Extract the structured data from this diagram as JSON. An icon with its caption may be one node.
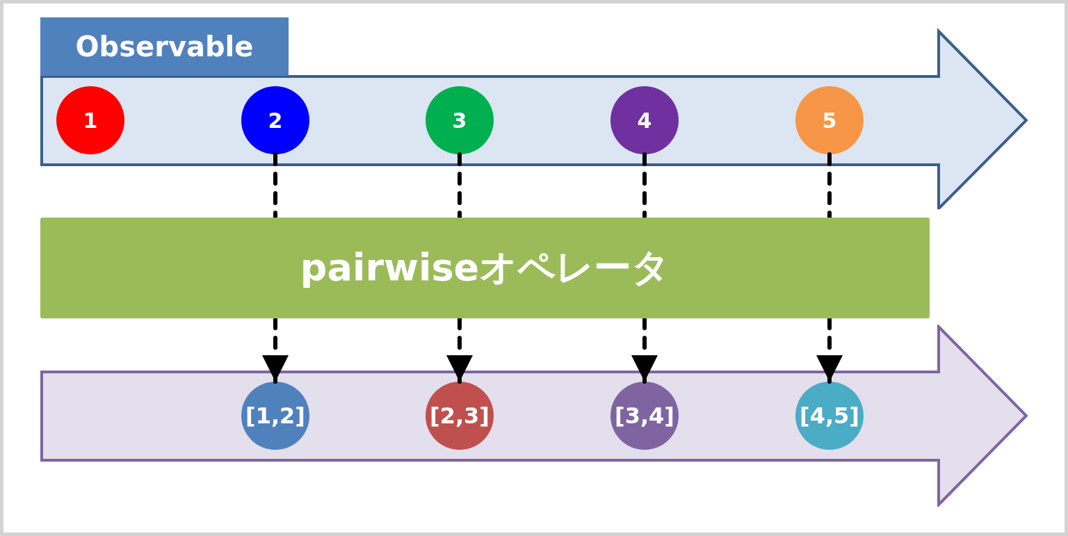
{
  "diagram": {
    "nodes": [
      {
        "text": [
          "Observable"
        ]
      },
      {
        "text": [
          "1"
        ],
        "in": 0
      },
      {
        "text": [
          "2"
        ],
        "in": 0
      },
      {
        "text": [
          "3"
        ],
        "in": 0
      },
      {
        "text": [
          "4"
        ],
        "in": 0
      },
      {
        "text": [
          "5"
        ],
        "in": 0
      },
      {
        "text": [
          "pairwiseオペレータ"
        ]
      },
      {
        "text": [],
        "shape": "arrow"
      },
      {
        "text": [
          "[1,2]"
        ],
        "in": 7
      },
      {
        "text": [
          "[2,3]"
        ],
        "in": 7
      },
      {
        "text": [
          "[3,4]"
        ],
        "in": 7
      },
      {
        "text": [
          "[4,5]"
        ],
        "in": 7
      }
    ],
    "edges": [
      {
        "from": 2,
        "to": 6,
        "arrow": "none",
        "style": "dashed"
      },
      {
        "from": 6,
        "to": 8,
        "arrow": "to",
        "style": "dashed"
      },
      {
        "from": 3,
        "to": 6,
        "arrow": "none",
        "style": "dashed"
      },
      {
        "from": 6,
        "to": 9,
        "arrow": "to",
        "style": "dashed"
      },
      {
        "from": 4,
        "to": 6,
        "arrow": "none",
        "style": "dashed"
      },
      {
        "from": 6,
        "to": 10,
        "arrow": "to",
        "style": "dashed"
      },
      {
        "from": 5,
        "to": 6,
        "arrow": "none",
        "style": "dashed"
      },
      {
        "from": 6,
        "to": 11,
        "arrow": "to",
        "style": "dashed"
      }
    ]
  }
}
